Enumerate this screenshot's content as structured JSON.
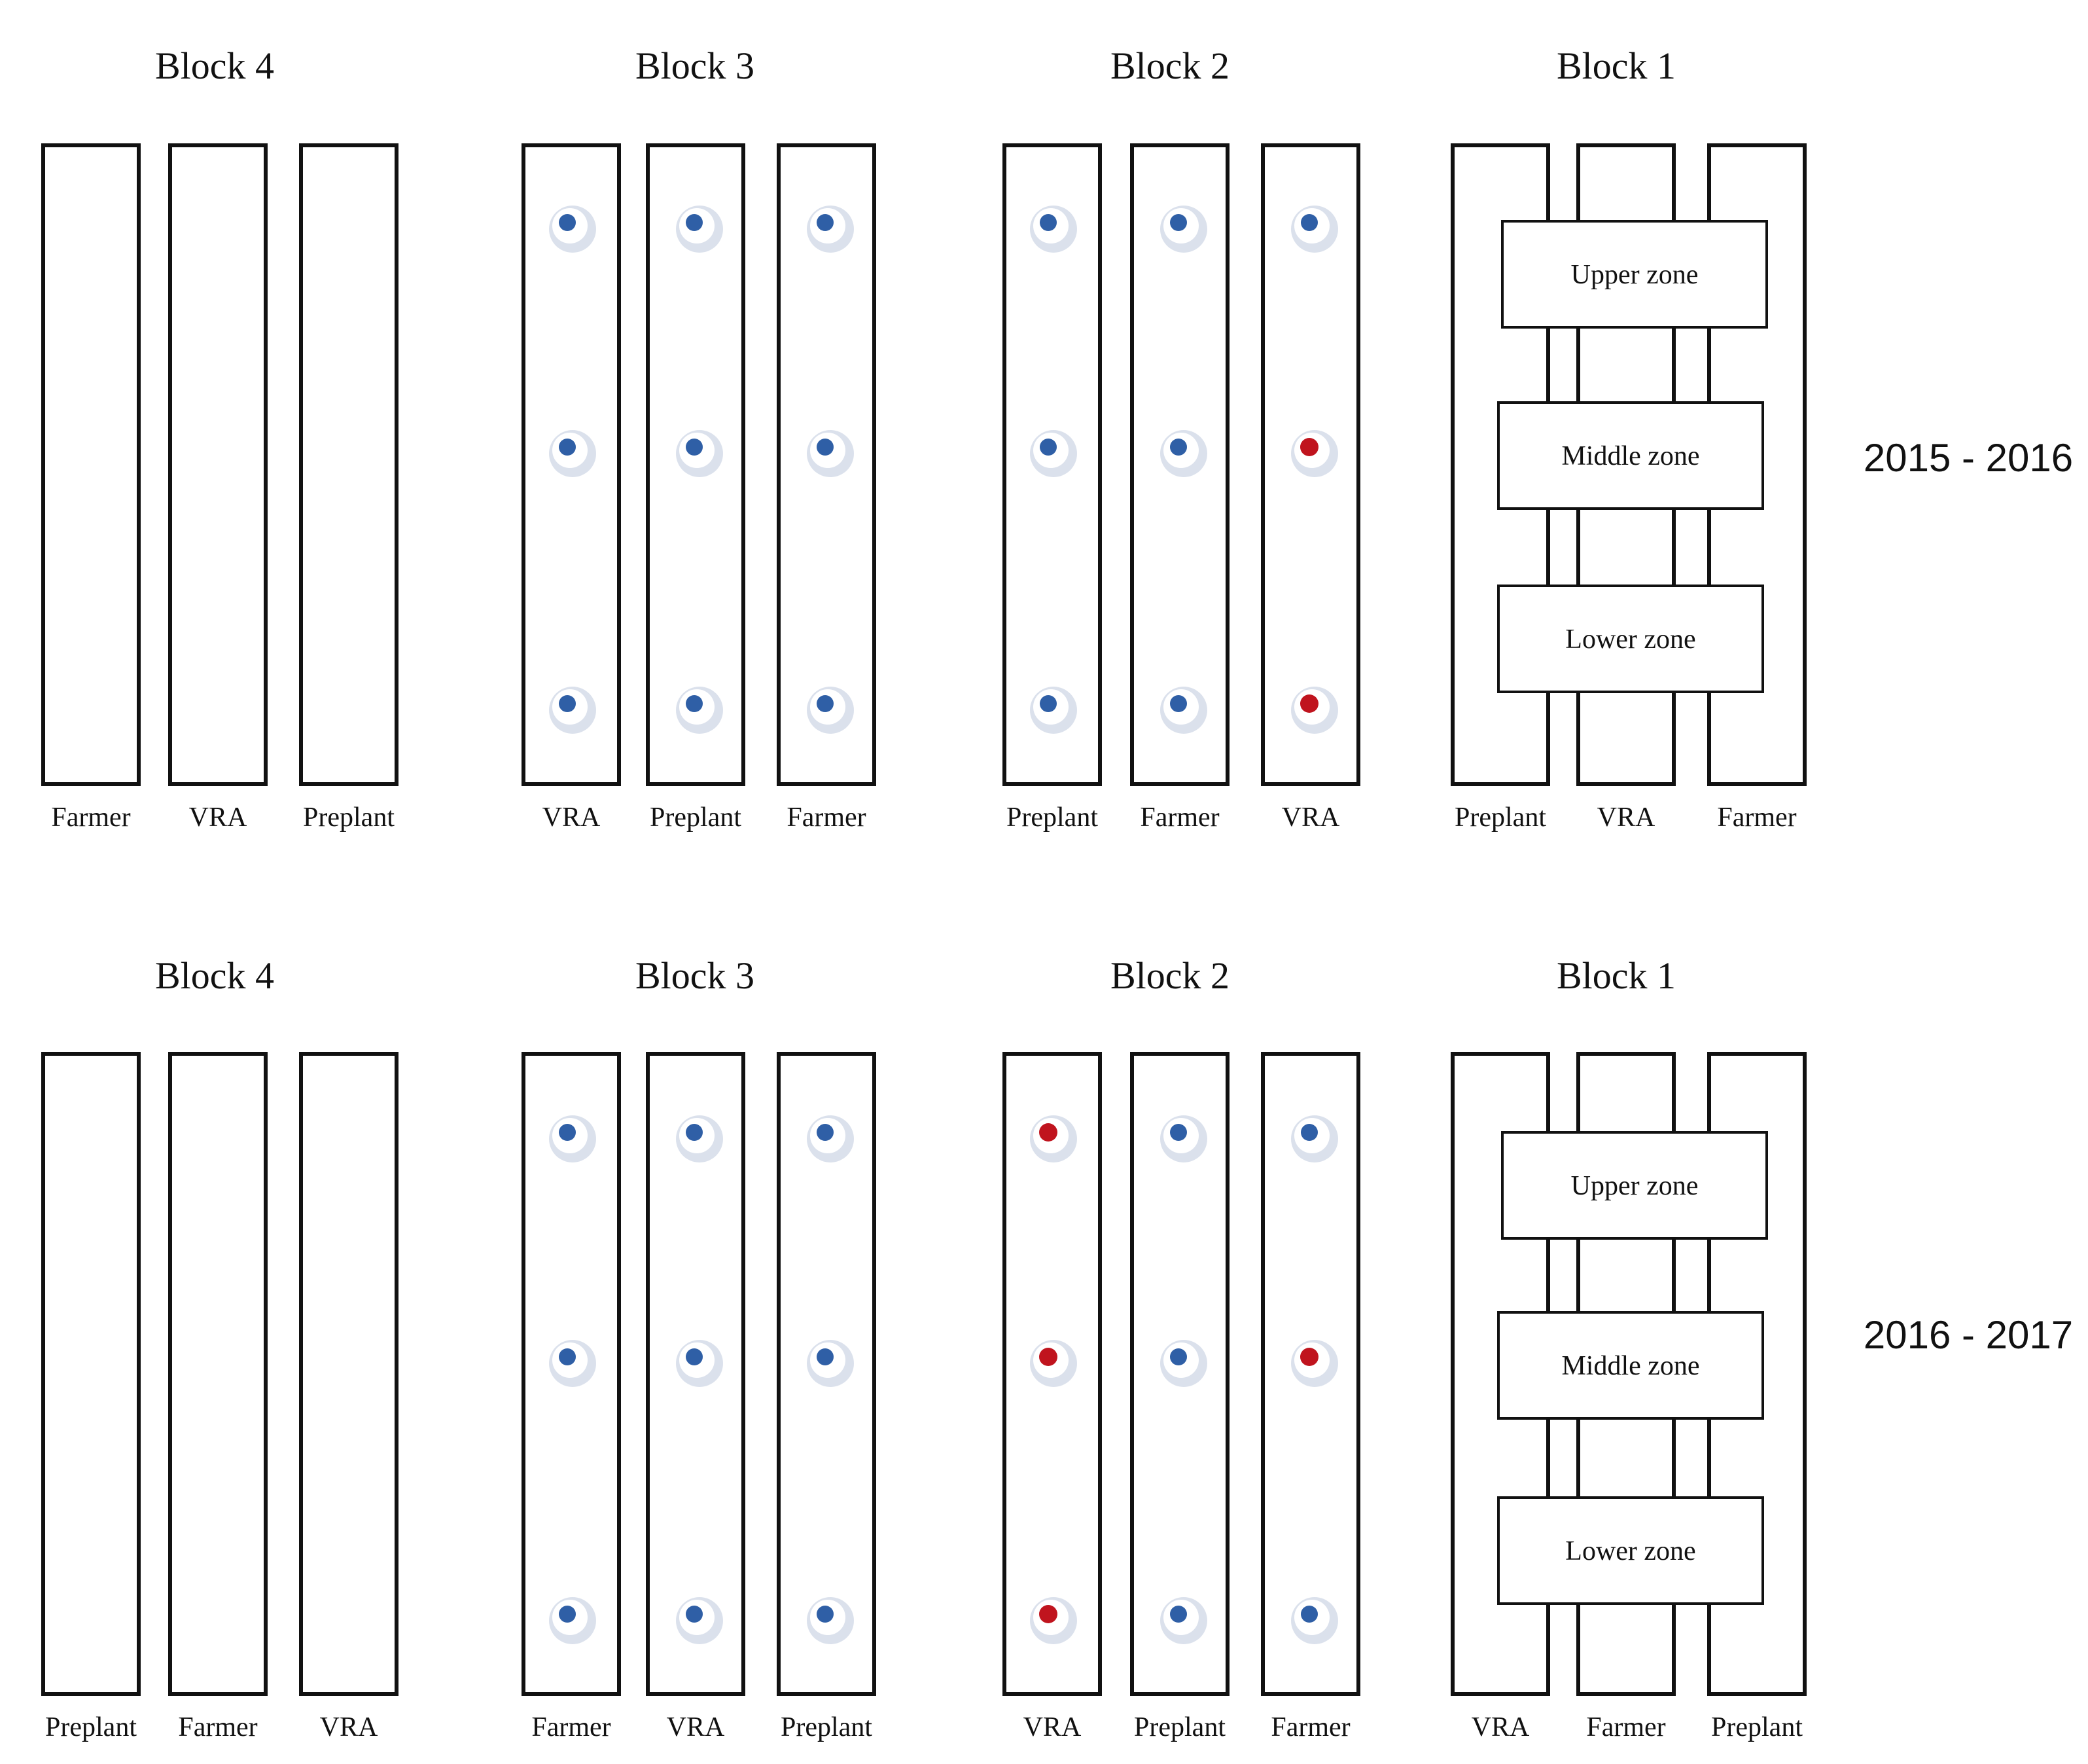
{
  "colors": {
    "outline": "#111111",
    "sensor_blue": "#2f5fa6",
    "sensor_red": "#c0141e",
    "sensor_halo": "#cfd7e6",
    "background": "#ffffff"
  },
  "zone_labels": [
    "Upper zone",
    "Middle zone",
    "Lower zone"
  ],
  "sections": [
    {
      "year": "2015 - 2016",
      "blocks": [
        {
          "title": "Block 4",
          "strips": [
            {
              "label": "Farmer",
              "sensors": []
            },
            {
              "label": "VRA",
              "sensors": []
            },
            {
              "label": "Preplant",
              "sensors": []
            }
          ]
        },
        {
          "title": "Block 3",
          "strips": [
            {
              "label": "VRA",
              "sensors": [
                "blue",
                "blue",
                "blue"
              ]
            },
            {
              "label": "Preplant",
              "sensors": [
                "blue",
                "blue",
                "blue"
              ]
            },
            {
              "label": "Farmer",
              "sensors": [
                "blue",
                "blue",
                "blue"
              ]
            }
          ]
        },
        {
          "title": "Block 2",
          "strips": [
            {
              "label": "Preplant",
              "sensors": [
                "blue",
                "blue",
                "blue"
              ]
            },
            {
              "label": "Farmer",
              "sensors": [
                "blue",
                "blue",
                "blue"
              ]
            },
            {
              "label": "VRA",
              "sensors": [
                "blue",
                "red",
                "red"
              ]
            }
          ]
        },
        {
          "title": "Block 1",
          "zones": true,
          "strips": [
            {
              "label": "Preplant",
              "sensors": []
            },
            {
              "label": "VRA",
              "sensors": []
            },
            {
              "label": "Farmer",
              "sensors": []
            }
          ]
        }
      ]
    },
    {
      "year": "2016 - 2017",
      "blocks": [
        {
          "title": "Block 4",
          "strips": [
            {
              "label": "Preplant",
              "sensors": []
            },
            {
              "label": "Farmer",
              "sensors": []
            },
            {
              "label": "VRA",
              "sensors": []
            }
          ]
        },
        {
          "title": "Block 3",
          "strips": [
            {
              "label": "Farmer",
              "sensors": [
                "blue",
                "blue",
                "blue"
              ]
            },
            {
              "label": "VRA",
              "sensors": [
                "blue",
                "blue",
                "blue"
              ]
            },
            {
              "label": "Preplant",
              "sensors": [
                "blue",
                "blue",
                "blue"
              ]
            }
          ]
        },
        {
          "title": "Block 2",
          "strips": [
            {
              "label": "VRA",
              "sensors": [
                "red",
                "red",
                "red"
              ]
            },
            {
              "label": "Preplant",
              "sensors": [
                "blue",
                "blue",
                "blue"
              ]
            },
            {
              "label": "Farmer",
              "sensors": [
                "blue",
                "red",
                "blue"
              ]
            }
          ]
        },
        {
          "title": "Block 1",
          "zones": true,
          "strips": [
            {
              "label": "VRA",
              "sensors": []
            },
            {
              "label": "Farmer",
              "sensors": []
            },
            {
              "label": "Preplant",
              "sensors": []
            }
          ]
        }
      ]
    }
  ]
}
